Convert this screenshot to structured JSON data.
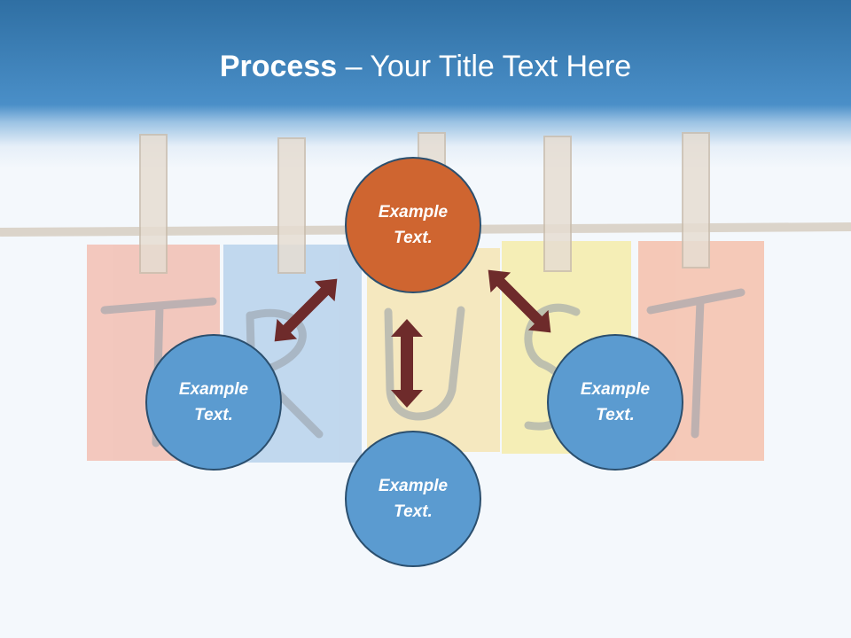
{
  "slide": {
    "title_bold": "Process",
    "title_rest": " – Your Title Text Here"
  },
  "background_image": {
    "letters": [
      "T",
      "R",
      "U",
      "S",
      "T"
    ]
  },
  "nodes": {
    "top": {
      "line1": "Example",
      "line2": "Text."
    },
    "left": {
      "line1": "Example",
      "line2": "Text."
    },
    "bottom": {
      "line1": "Example",
      "line2": "Text."
    },
    "right": {
      "line1": "Example",
      "line2": "Text."
    }
  },
  "colors": {
    "header": "#4a8fc8",
    "node_blue": "#5b9bd0",
    "node_orange": "#cf6530",
    "arrow": "#6e2b2b"
  }
}
